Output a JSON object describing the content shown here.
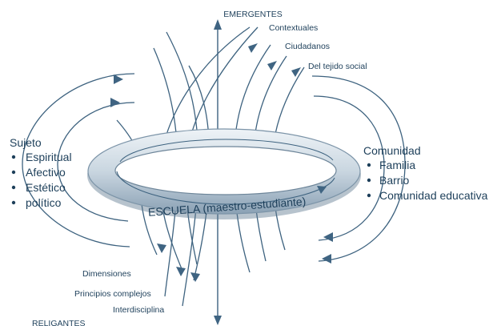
{
  "title_top": "EMERGENTES",
  "title_bottom": "RELIGANTES",
  "top_labels": [
    "Contextuales",
    "Ciudadanos",
    "Del tejido social"
  ],
  "bottom_labels": [
    "Dimensiones",
    "Principios complejos",
    "Interdisciplina"
  ],
  "left_group": {
    "title": "Sujeto",
    "items": [
      "Espiritual",
      "Afectivo",
      "Estético",
      "político"
    ]
  },
  "right_group": {
    "title": "Comunidad",
    "items": [
      "Familia",
      "Barrio",
      "Comunidad educativa"
    ]
  },
  "ring_label": "ESCUELA (maestro-estudiante)",
  "colors": {
    "ink": "#1d3f5a",
    "field": "#3d627f",
    "ring_light": "#e6edf2",
    "ring_dark": "#7c94a8"
  }
}
